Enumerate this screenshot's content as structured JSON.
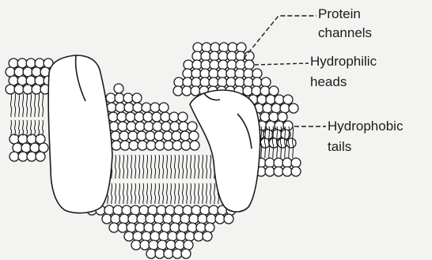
{
  "labels": {
    "protein_channels_line1": "Protein",
    "protein_channels_line2": "channels",
    "hydrophilic_heads_line1": "Hydrophilic",
    "hydrophilic_heads_line2": "heads",
    "hydrophobic_tails_line1": "Hydrophobic",
    "hydrophobic_tails_line2": "tails"
  },
  "colors": {
    "background": "#f3f3f1",
    "ink": "#1b1b1b"
  }
}
